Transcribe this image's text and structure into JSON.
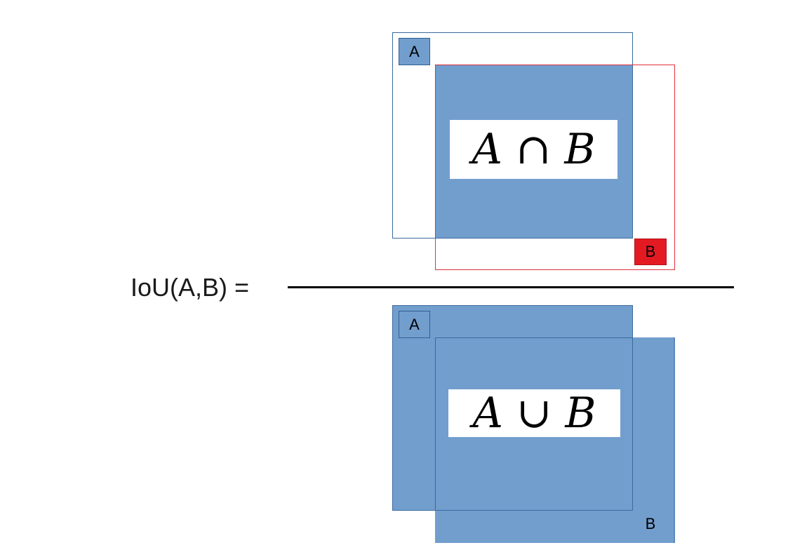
{
  "equation": {
    "label": "IoU(A,B) ="
  },
  "numerator": {
    "formula": "A ∩ B",
    "tag_a": "A",
    "tag_b": "B"
  },
  "denominator": {
    "formula": "A ∪ B",
    "tag_a": "A",
    "tag_b": "B"
  },
  "colors": {
    "fill_blue": "#729ece",
    "outline_blue": "#3a6a9e",
    "outline_red": "#e0303a",
    "tag_red": "#e41a22",
    "fraction_bar": "#000000"
  }
}
